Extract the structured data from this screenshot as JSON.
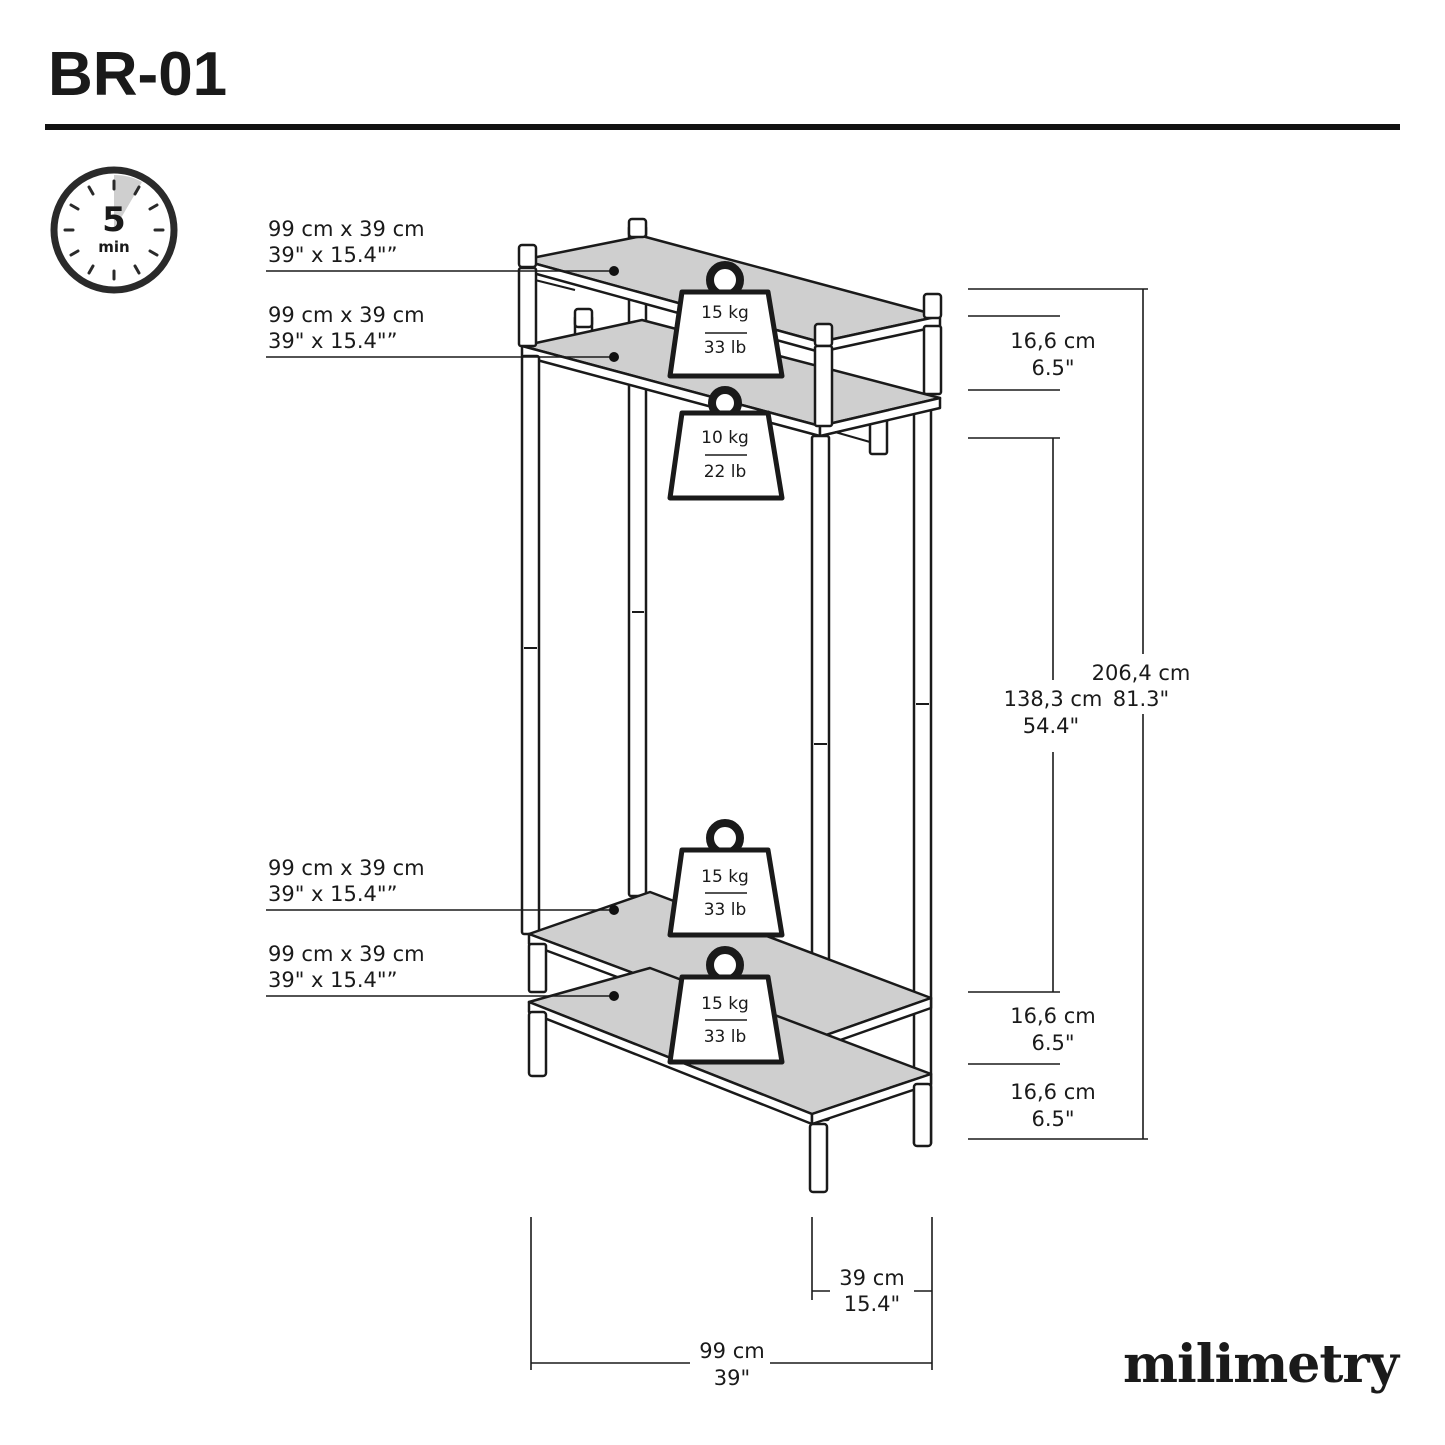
{
  "header": {
    "title": "BR-01"
  },
  "timer": {
    "value": "5",
    "unit": "min"
  },
  "shelves": [
    {
      "spec_cm": "99 cm x 39 cm",
      "spec_in": "39\" x 15.4\"”"
    },
    {
      "spec_cm": "99 cm x 39 cm",
      "spec_in": "39\" x 15.4\"”"
    },
    {
      "spec_cm": "99 cm x 39 cm",
      "spec_in": "39\" x 15.4\"”"
    },
    {
      "spec_cm": "99 cm x 39 cm",
      "spec_in": "39\" x 15.4\"”"
    }
  ],
  "weights": [
    {
      "kg": "15 kg",
      "lb": "33 lb"
    },
    {
      "kg": "10 kg",
      "lb": "22 lb"
    },
    {
      "kg": "15 kg",
      "lb": "33 lb"
    },
    {
      "kg": "15 kg",
      "lb": "33 lb"
    }
  ],
  "dimensions": {
    "top_gap": {
      "cm": "16,6 cm",
      "in": "6.5\""
    },
    "middle": {
      "cm": "138,3 cm",
      "in": "54.4\""
    },
    "total": {
      "cm": "206,4 cm",
      "in": "81.3\""
    },
    "lower_gap": {
      "cm": "16,6 cm",
      "in": "6.5\""
    },
    "bottom_gap": {
      "cm": "16,6 cm",
      "in": "6.5\""
    },
    "depth": {
      "cm": "39 cm",
      "in": "15.4\""
    },
    "width": {
      "cm": "99 cm",
      "in": "39\""
    }
  },
  "brand": {
    "name": "milimetry"
  }
}
